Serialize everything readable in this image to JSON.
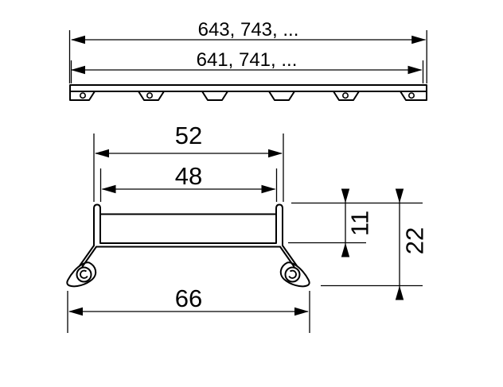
{
  "drawing": {
    "type": "technical-dimension-drawing",
    "views": {
      "top_view": {
        "description": "side elevation of drain cover plate with fastening tabs",
        "dim_overall_length": "643, 743, ...",
        "dim_body_length": "641, 741, ...",
        "tab_count": 6,
        "tabs_with_holes": 4
      },
      "section_view": {
        "description": "cross-section of channel profile with rolled feet",
        "dim_outer_width": "52",
        "dim_inner_width": "48",
        "dim_inner_height": "11",
        "dim_total_height": "22",
        "dim_foot_width": "66"
      }
    },
    "units": "mm",
    "colors": {
      "line": "#000000",
      "background": "#ffffff"
    }
  }
}
